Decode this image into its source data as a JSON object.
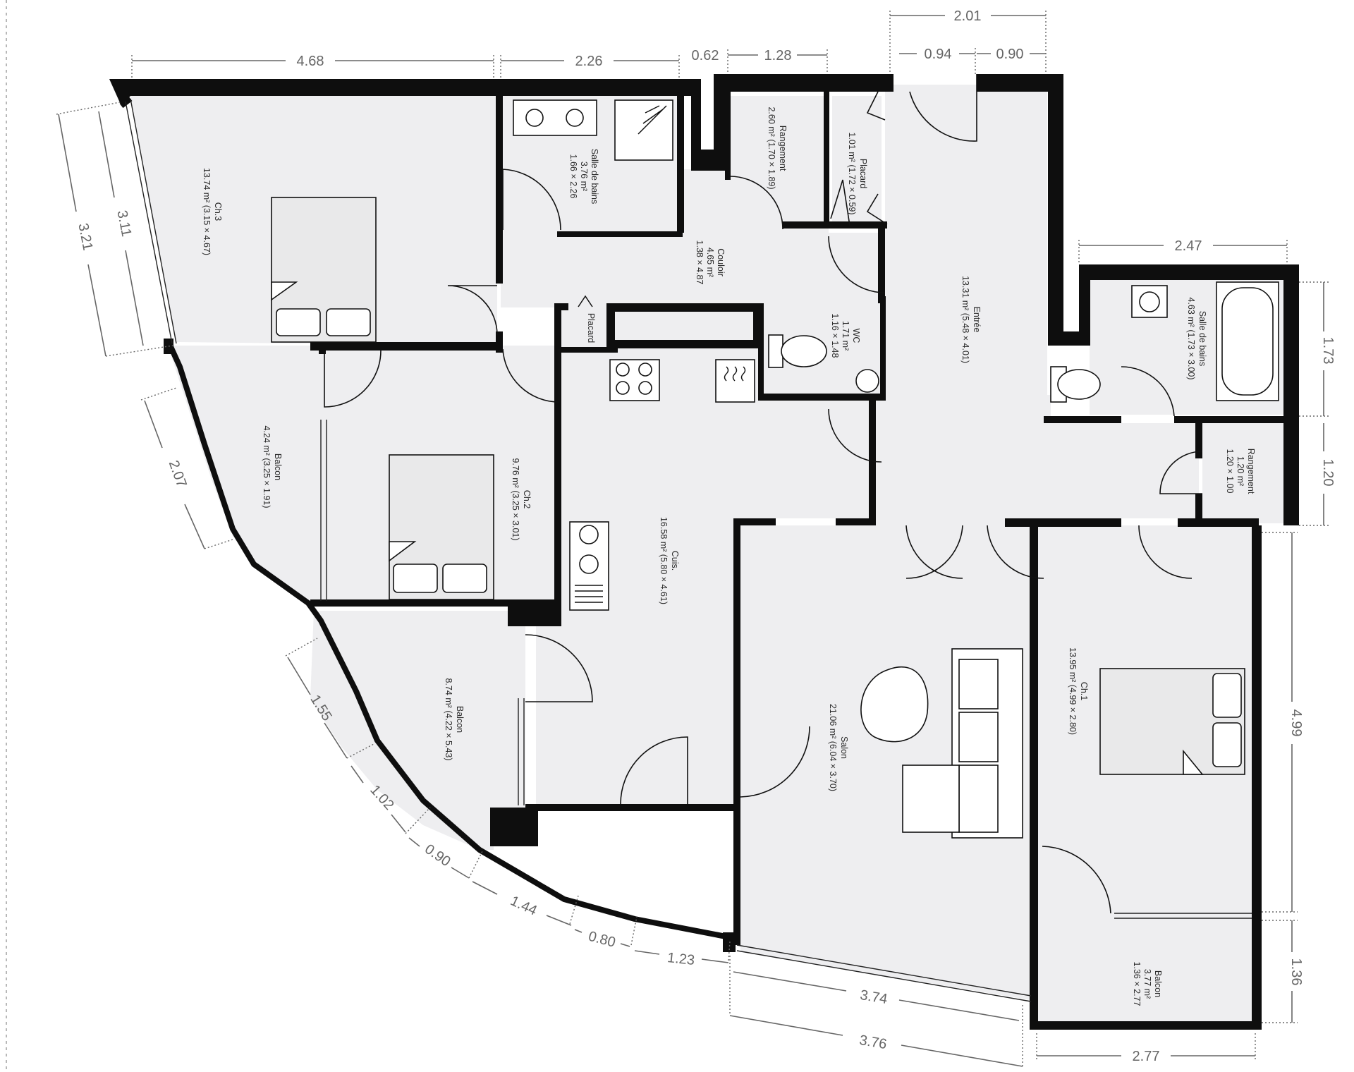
{
  "rooms": {
    "ch3": {
      "name": "Ch.3",
      "area": "13.74 m² (3.15 × 4.67)"
    },
    "sdb1": {
      "name": "Salle de bains",
      "area": "3.76 m²",
      "size": "1.66 × 2.26"
    },
    "rangement1": {
      "name": "Rangement",
      "area": "2.60 m² (1.70 × 1.89)"
    },
    "placard1": {
      "name": "Placard",
      "area": "1.01 m² (1.72 × 0.59)"
    },
    "couloir": {
      "name": "Couloir",
      "area": "4.65 m²",
      "size": "1.38 × 4.87"
    },
    "placard2": {
      "name": "Placard"
    },
    "wc": {
      "name": "WC",
      "area": "1.71 m²",
      "size": "1.16 × 1.48"
    },
    "entree": {
      "name": "Entrée",
      "area": "13.31 m² (5.48 × 4.01)"
    },
    "sdb2": {
      "name": "Salle de bains",
      "area": "4.63 m² (1.73 × 3.00)"
    },
    "rangement2": {
      "name": "Rangement",
      "area": "1.20 m²",
      "size": "1.20 × 1.00"
    },
    "balcon1": {
      "name": "Balcon",
      "area": "4.24 m² (3.25 × 1.91)"
    },
    "ch2": {
      "name": "Ch.2",
      "area": "9.76 m² (3.25 × 3.01)"
    },
    "cuis": {
      "name": "Cuis.",
      "area": "16.58 m² (5.80 × 4.61)"
    },
    "balcon2": {
      "name": "Balcon",
      "area": "8.74 m² (4.22 × 5.43)"
    },
    "salon": {
      "name": "Salon",
      "area": "21.06 m² (6.04 × 3.70)"
    },
    "ch1": {
      "name": "Ch.1",
      "area": "13.95 m² (4.99 × 2.80)"
    },
    "balcon3": {
      "name": "Balcon",
      "area": "3.77 m²",
      "size": "1.36 × 2.77"
    }
  },
  "dimensions": {
    "top_468": "4.68",
    "top_226": "2.26",
    "top_062": "0.62",
    "top_128": "1.28",
    "top_201": "2.01",
    "top_094": "0.94",
    "top_090": "0.90",
    "right_247": "2.47",
    "right_173": "1.73",
    "right_120": "1.20",
    "right_499": "4.99",
    "right_136": "1.36",
    "bottom_277": "2.77",
    "bottom_374": "3.74",
    "bottom_376": "3.76",
    "left_321": "3.21",
    "left_311": "3.11",
    "left_207": "2.07",
    "arc_155": "1.55",
    "arc_102": "1.02",
    "arc_090": "0.90",
    "arc_144": "1.44",
    "arc_080": "0.80",
    "arc_123": "1.23"
  }
}
